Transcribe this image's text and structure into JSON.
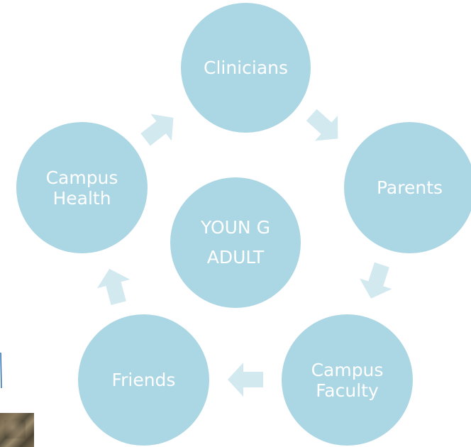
{
  "diagram": {
    "center": {
      "label": "YOUN G\nADULT"
    },
    "nodes": [
      {
        "id": "clinicians",
        "label": "Clinicians"
      },
      {
        "id": "parents",
        "label": "Parents"
      },
      {
        "id": "faculty",
        "label": "Campus\nFaculty"
      },
      {
        "id": "friends",
        "label": "Friends"
      },
      {
        "id": "health",
        "label": "Campus\nHealth"
      }
    ]
  },
  "colors": {
    "circle_fill": "#abd6e3",
    "arrow_fill": "#d3e9f0",
    "text": "#ffffff"
  }
}
